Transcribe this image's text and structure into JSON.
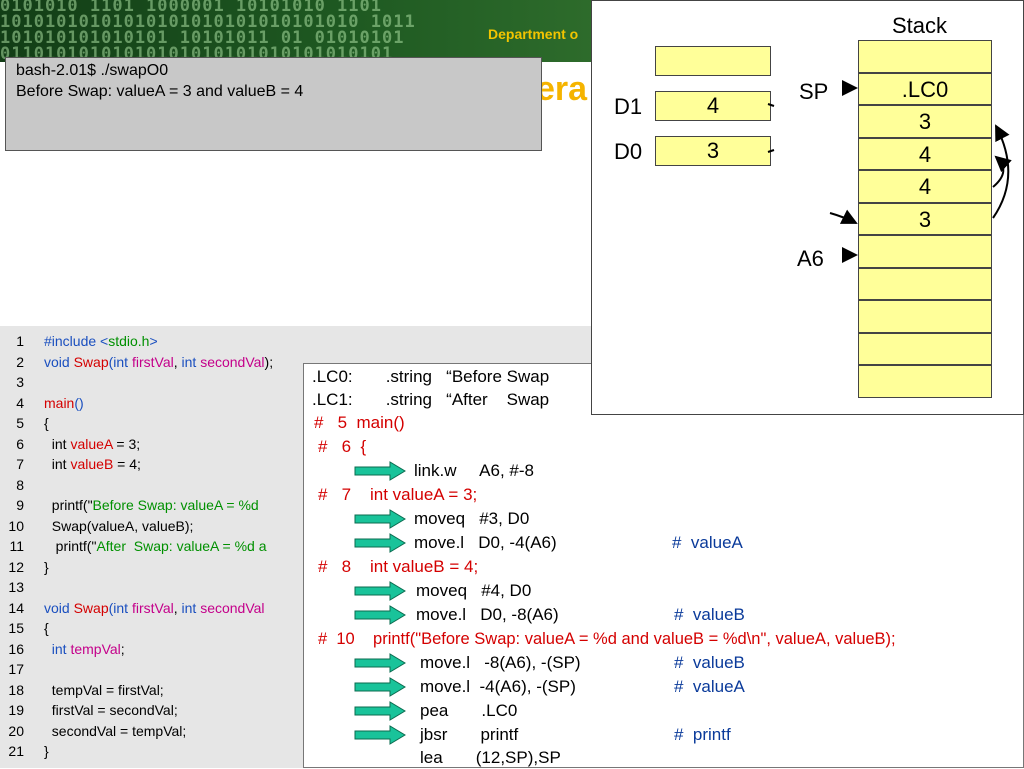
{
  "header": {
    "department": "Department o",
    "title_fragment": "era"
  },
  "terminal": {
    "lines": [
      "bash-2.01$ ./swapO0",
      "Before Swap: valueA = 3 and valueB = 4"
    ]
  },
  "code": {
    "line_numbers": [
      "1",
      "2",
      "3",
      "4",
      "5",
      "6",
      "7",
      "8",
      "9",
      "10",
      "11",
      "12",
      "13",
      "14",
      "15",
      "16",
      "17",
      "18",
      "19",
      "20",
      "21"
    ],
    "l1": {
      "a": "#include <",
      "b": "stdio.h",
      "c": ">"
    },
    "l2": {
      "a": "void ",
      "b": "Swap",
      "c": "(",
      "d": "int ",
      "e": "firstVal",
      "f": ", ",
      "g": "int ",
      "h": "secondVal",
      "i": ");"
    },
    "l4": {
      "a": "main",
      "b": "()"
    },
    "l5": "{",
    "l6": {
      "a": "  int ",
      "b": "valueA",
      "c": " = 3;"
    },
    "l7": {
      "a": "  int ",
      "b": "valueB",
      "c": " = 4;"
    },
    "l9": {
      "a": "  printf(\"",
      "b": "Before Swap: valueA = %d"
    },
    "l10": "  Swap(valueA, valueB);",
    "l11": {
      "a": "   printf(\"",
      "b": "After  Swap: valueA = %d a"
    },
    "l12": "}",
    "l14": {
      "a": "void ",
      "b": "Swap",
      "c": "(",
      "d": "int ",
      "e": "firstVal",
      "f": ", ",
      "g": "int ",
      "h": "secondVal"
    },
    "l15": "{",
    "l16": {
      "a": "  int ",
      "b": "tempVal",
      "c": ";"
    },
    "l18": "  tempVal = firstVal;",
    "l19": "  firstVal = secondVal;",
    "l20": "  secondVal = tempVal;",
    "l21": "}"
  },
  "asm": {
    "lc0": ".LC0:       .string   “Before Swap",
    "lc1": ".LC1:       .string   “After    Swap",
    "c5": "#   5  main()",
    "c6": "#   6  {",
    "i_link": "link.w     A6, #-8",
    "c7": "#   7    int valueA = 3;",
    "i_moveq3": "moveq   #3, D0",
    "i_movel_a": "move.l   D0, -4(A6)",
    "cm_valueA": "#  valueA",
    "c8": "#   8    int valueB = 4;",
    "i_moveq4": "moveq   #4, D0",
    "i_movel_b": "move.l   D0, -8(A6)",
    "cm_valueB": "#  valueB",
    "c10": "#  10    printf(\"Before Swap: valueA = %d and valueB = %d\\n\", valueA, valueB);",
    "i_push_b": "move.l   -8(A6), -(SP)",
    "cm_push_b": "#  valueB",
    "i_push_a": "move.l  -4(A6), -(SP)",
    "cm_push_a": "#  valueA",
    "i_pea": "pea       .LC0",
    "i_jsbr": "jbsr       printf",
    "cm_printf": "#  printf",
    "i_lea": "lea       (12,SP),SP"
  },
  "stack": {
    "title": "Stack",
    "sp_label": "SP",
    "a6_label": "A6",
    "d1_label": "D1",
    "d0_label": "D0",
    "d1_value": "4",
    "d0_value": "3",
    "cells": [
      "",
      ".LC0",
      "3",
      "4",
      "4",
      "3",
      "",
      "",
      "",
      "",
      "",
      ""
    ]
  },
  "colors": {
    "register_fill": "#ffff99",
    "arrow_fill": "#19c39a",
    "keyword": "#1a4fbf",
    "function": "#d40000",
    "variable": "#c4008a",
    "string": "#009000"
  }
}
